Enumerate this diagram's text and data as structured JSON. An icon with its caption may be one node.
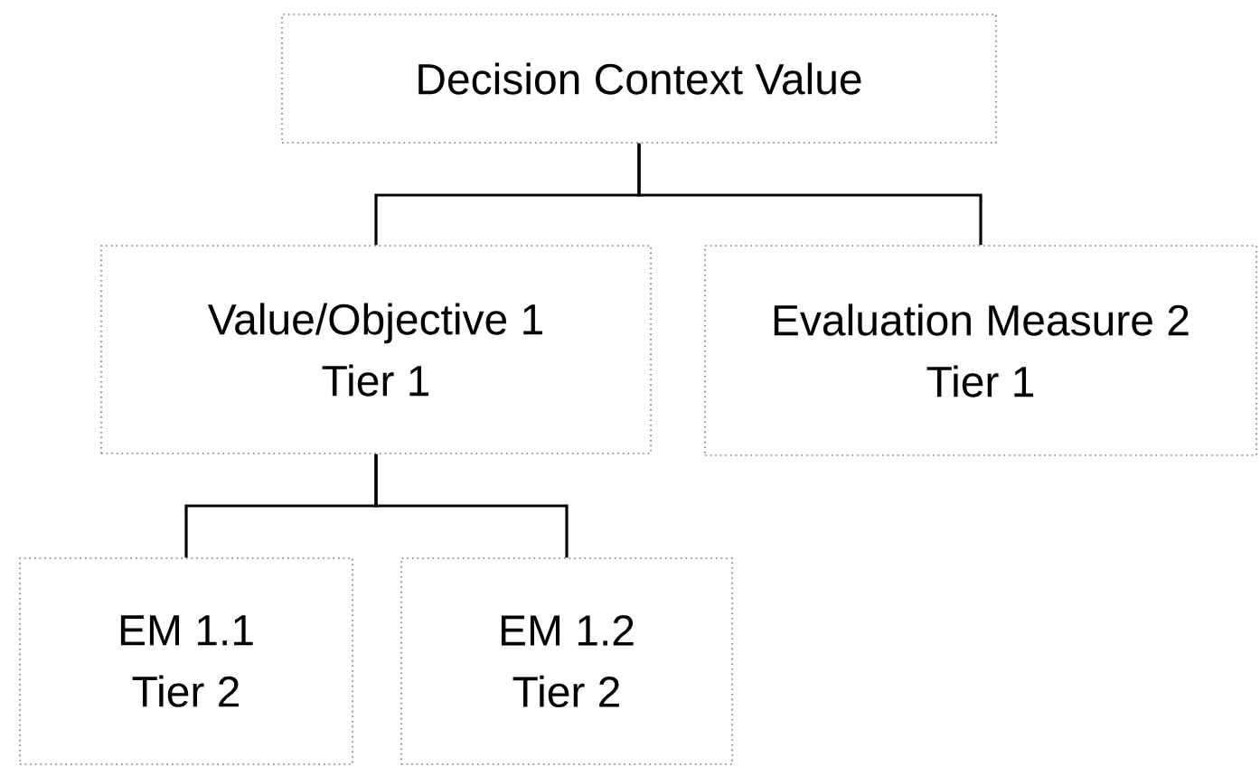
{
  "diagram": {
    "nodes": [
      {
        "text": [
          "Decision Context Value"
        ]
      },
      {
        "text": [
          "Value/Objective 1",
          "Tier 1"
        ]
      },
      {
        "text": [
          "Evaluation Measure 2",
          "Tier 1"
        ]
      },
      {
        "text": [
          "EM 1.1",
          "Tier 2"
        ]
      },
      {
        "text": [
          "EM 1.2",
          "Tier 2"
        ]
      }
    ],
    "edges": [
      {
        "from": 0,
        "to": 1,
        "arrow": "none"
      },
      {
        "from": 0,
        "to": 2,
        "arrow": "none"
      },
      {
        "from": 1,
        "to": 3,
        "arrow": "none"
      },
      {
        "from": 1,
        "to": 4,
        "arrow": "none"
      }
    ]
  }
}
